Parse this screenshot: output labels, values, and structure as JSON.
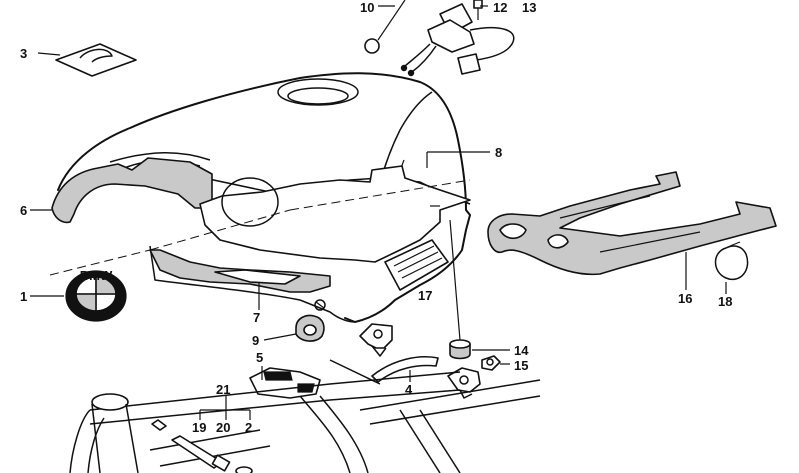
{
  "labels": {
    "p1": "1",
    "p2": "2",
    "p3": "3",
    "p4": "4",
    "p5": "5",
    "p6": "6",
    "p7": "7",
    "p8": "8",
    "p9": "9",
    "p10": "10",
    "p12": "12",
    "p13": "13",
    "p14": "14",
    "p15": "15",
    "p16": "16",
    "p17": "17",
    "p18": "18",
    "p19": "19",
    "p20": "20",
    "p21": "21"
  },
  "emblem_text": "BMW"
}
